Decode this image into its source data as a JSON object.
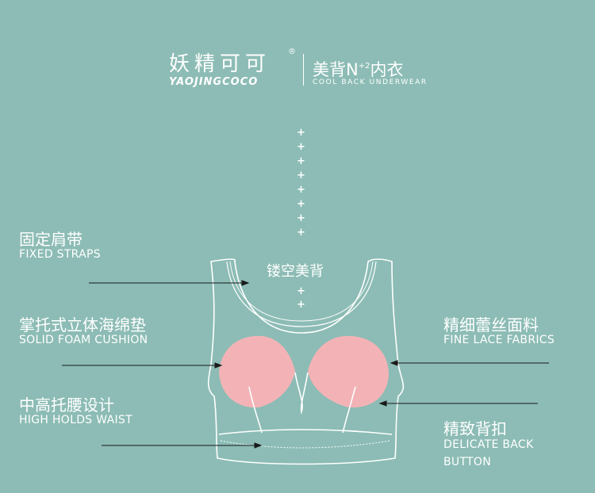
{
  "brand": {
    "name_cn": "妖精可可",
    "registered_mark": "®",
    "name_en": "YAOJINGCOCO"
  },
  "product_line": {
    "title_prefix": "美背N",
    "title_sup": "+2",
    "title_suffix": "内衣",
    "subtitle": "COOL BACK UNDERWEAR"
  },
  "center_label": "镂空美背",
  "plus_mark": "+",
  "features": {
    "fixed_straps": {
      "cn": "固定肩带",
      "en": "FIXED STRAPS"
    },
    "foam_cushion": {
      "cn": "掌托式立体海绵垫",
      "en": "SOLID FOAM CUSHION"
    },
    "high_waist": {
      "cn": "中高托腰设计",
      "en": "HIGH HOLDS WAIST"
    },
    "lace_fabric": {
      "cn": "精细蕾丝面料",
      "en": "FINE LACE FABRICS"
    },
    "back_button": {
      "cn": "精致背扣",
      "en_line1": "DELICATE BACK",
      "en_line2": "BUTTON"
    }
  },
  "colors": {
    "background": "#8cbcb5",
    "pad": "#f3b3b6",
    "line": "#ffffff"
  }
}
